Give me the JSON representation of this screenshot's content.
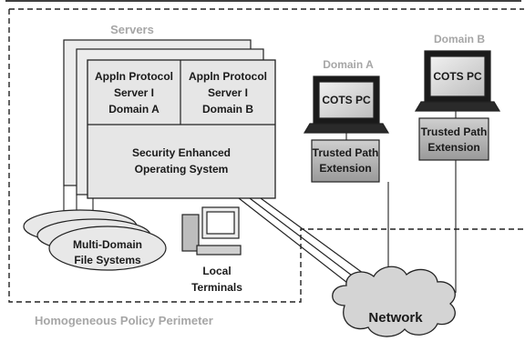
{
  "servers_label": "Servers",
  "protocol_server_a": [
    "Appln Protocol",
    "Server I",
    "Domain A"
  ],
  "protocol_server_b": [
    "Appln Protocol",
    "Server I",
    "Domain B"
  ],
  "security_os": [
    "Security Enhanced",
    "Operating System"
  ],
  "file_systems": [
    "Multi-Domain",
    "File Systems"
  ],
  "local_terminals": [
    "Local",
    "Terminals"
  ],
  "perimeter_label": "Homogeneous Policy Perimeter",
  "domain_a": {
    "label": "Domain A",
    "pc_label": "COTS PC",
    "extension": [
      "Trusted Path",
      "Extension"
    ]
  },
  "domain_b": {
    "label": "Domain B",
    "pc_label": "COTS PC",
    "extension": [
      "Trusted Path",
      "Extension"
    ]
  },
  "network_label": "Network"
}
